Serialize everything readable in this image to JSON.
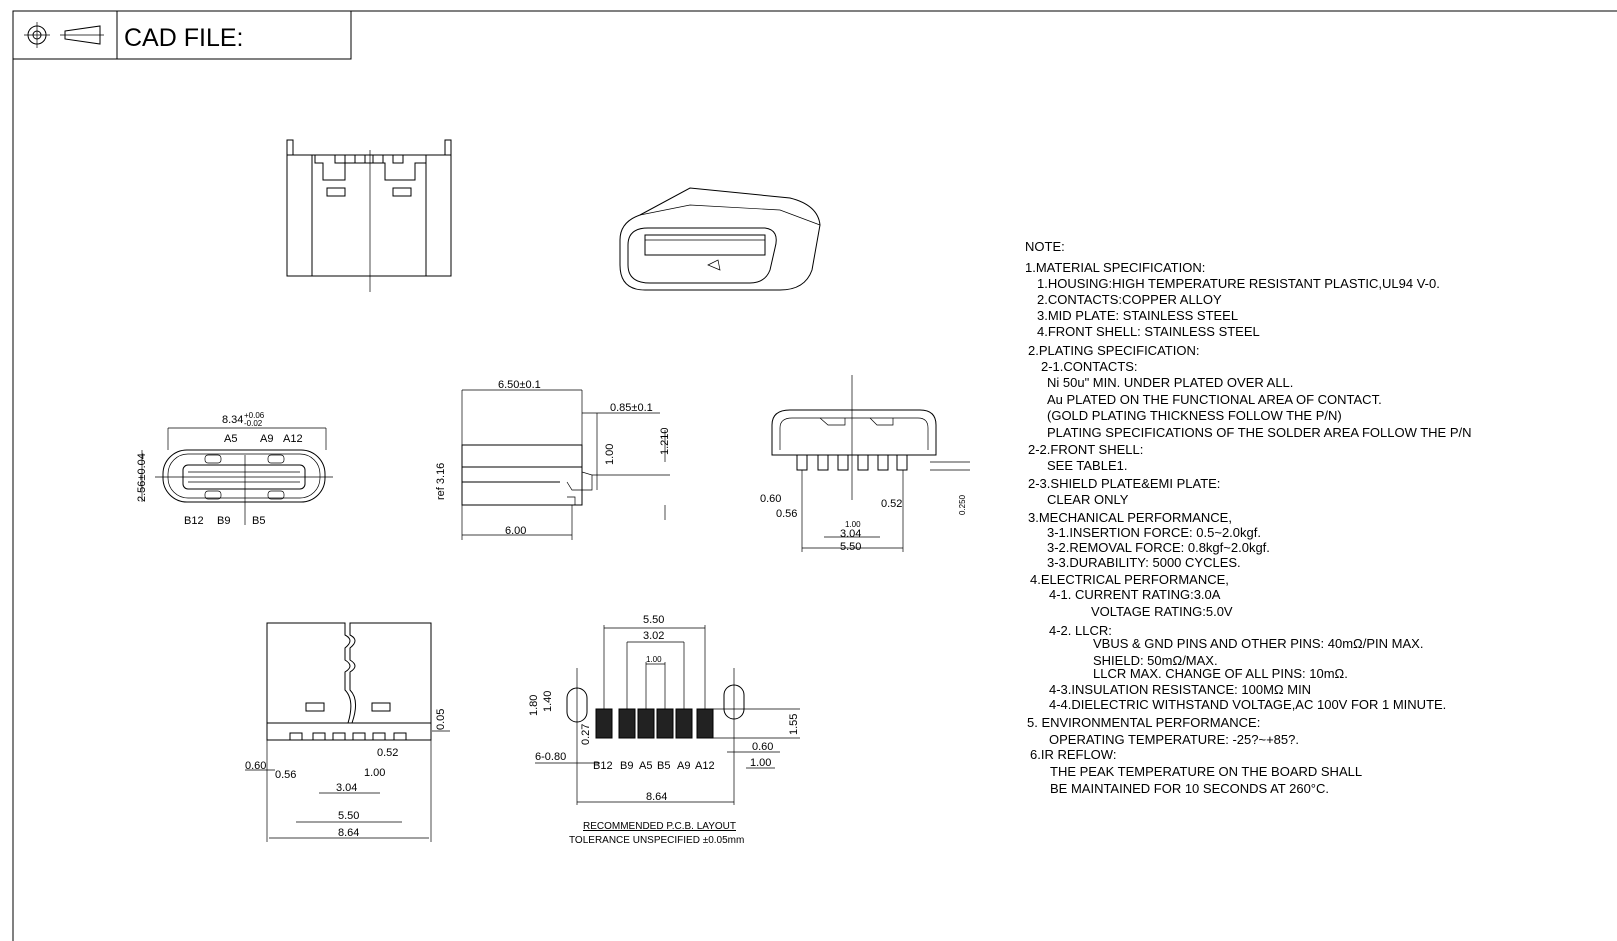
{
  "title_block": {
    "cad_file_label": "CAD FILE:"
  },
  "notes": [
    "NOTE:",
    "1.MATERIAL  SPECIFICATION:",
    "1.HOUSING:HIGH  TEMPERATURE  RESISTANT  PLASTIC,UL94  V-0.",
    "2.CONTACTS:COPPER  ALLOY",
    "3.MID  PLATE:  STAINLESS  STEEL",
    "4.FRONT  SHELL:  STAINLESS  STEEL",
    "2.PLATING  SPECIFICATION:",
    "2-1.CONTACTS:",
    "Ni  50u\"  MIN.  UNDER  PLATED  OVER  ALL.",
    "Au  PLATED  ON  THE  FUNCTIONAL  AREA  OF  CONTACT.",
    "(GOLD  PLATING  THICKNESS  FOLLOW  THE  P/N)",
    "PLATING  SPECIFICATIONS  OF  THE  SOLDER  AREA  FOLLOW  THE  P/N",
    "2-2.FRONT  SHELL:",
    "SEE  TABLE1.",
    "2-3.SHIELD  PLATE&EMI  PLATE:",
    "CLEAR  ONLY",
    "3.MECHANICAL  PERFORMANCE,",
    "3-1.INSERTION  FORCE:  0.5~2.0kgf.",
    "3-2.REMOVAL  FORCE:  0.8kgf~2.0kgf.",
    "3-3.DURABILITY:  5000  CYCLES.",
    "4.ELECTRICAL  PERFORMANCE,",
    "4-1.  CURRENT  RATING:3.0A",
    "VOLTAGE  RATING:5.0V",
    "4-2.  LLCR:",
    "VBUS  &  GND  PINS  AND  OTHER  PINS:  40mΩ/PIN  MAX.",
    "SHIELD:  50mΩ/MAX.",
    "LLCR  MAX.  CHANGE  OF  ALL  PINS:  10mΩ.",
    "4-3.INSULATION  RESISTANCE:  100MΩ    MIN",
    "4-4.DIELECTRIC  WITHSTAND  VOLTAGE,AC  100V  FOR  1  MINUTE.",
    "5.  ENVIRONMENTAL  PERFORMANCE:",
    "OPERATING  TEMPERATURE:  -25?~+85?.",
    "6.IR  REFLOW:",
    "THE  PEAK  TEMPERATURE  ON  THE  BOARD  SHALL",
    "BE  MAINTAINED  FOR  10  SECONDS  AT  260°C."
  ],
  "front_view": {
    "width": "8.34",
    "width_tol_plus": "+0.06",
    "width_tol_minus": "-0.02",
    "height": "2.56±0.04",
    "pins_top": [
      "A5",
      "A9",
      "A12"
    ],
    "pins_bottom": [
      "B12",
      "B9",
      "B5"
    ]
  },
  "side_view": {
    "length": "6.50±0.1",
    "offset": "0.85±0.1",
    "ref_height": "ref  3.16",
    "step": "1.00",
    "total": "1.210",
    "base": "6.00"
  },
  "rear_view": {
    "d1": "0.60",
    "d2": "0.56",
    "d3": "0.52",
    "d4": "1.00",
    "d5": "3.04",
    "d6": "5.50",
    "d7": "0.250"
  },
  "bottom_view": {
    "d1": "0.05",
    "d2": "0.60",
    "d3": "0.56",
    "d4": "0.52",
    "d5": "1.00",
    "d6": "3.04",
    "d7": "5.50",
    "d8": "8.64"
  },
  "pcb_layout": {
    "d_top1": "5.50",
    "d_top2": "3.02",
    "d_top3": "1.00",
    "d_180": "1.80",
    "d_140": "1.40",
    "d_027": "0.27",
    "d_pads": "6-0.80",
    "d_155": "1.55",
    "d_060": "0.60",
    "d_100": "1.00",
    "d_864": "8.64",
    "pins": [
      "B12",
      "B9",
      "A5",
      "B5",
      "A9",
      "A12"
    ],
    "title": "RECOMMENDED   P.C.B.  LAYOUT",
    "tolerance": "TOLERANCE  UNSPECIFIED  ±0.05mm"
  }
}
